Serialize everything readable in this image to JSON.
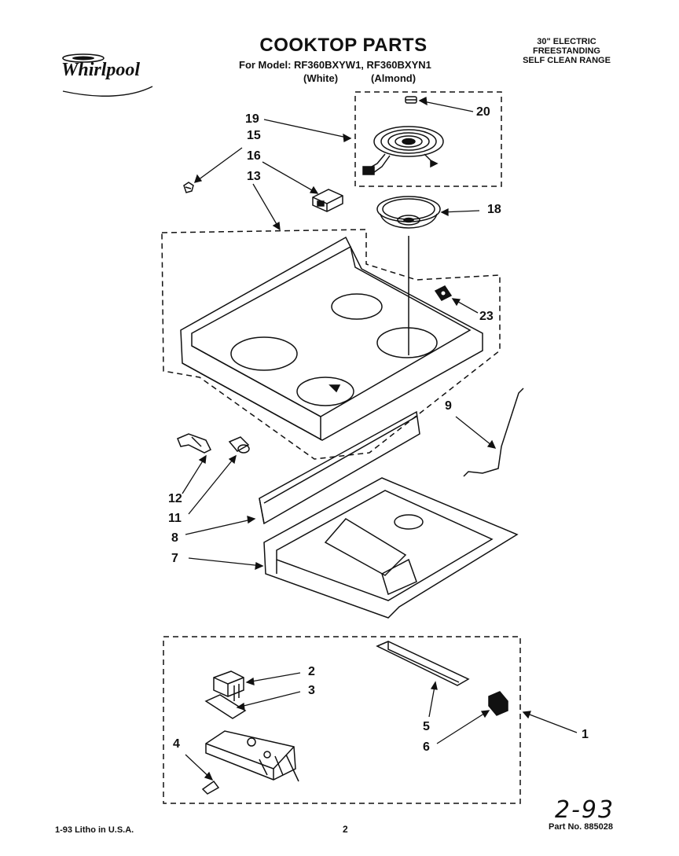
{
  "header": {
    "brand": "Whirlpool",
    "title": "COOKTOP PARTS",
    "model_line": "For Model: RF360BXYW1, RF360BXYN1",
    "color_white": "(White)",
    "color_almond": "(Almond)",
    "range_lines": [
      "30\" ELECTRIC",
      "FREESTANDING",
      "SELF CLEAN RANGE"
    ]
  },
  "callouts": [
    "19",
    "20",
    "15",
    "16",
    "13",
    "18",
    "23",
    "9",
    "12",
    "11",
    "8",
    "7",
    "2",
    "3",
    "5",
    "6",
    "1",
    "4"
  ],
  "footer": {
    "litho": "1-93 Litho in U.S.A.",
    "page": "2",
    "part_no": "Part No. 885028",
    "handwritten": "2-93"
  }
}
